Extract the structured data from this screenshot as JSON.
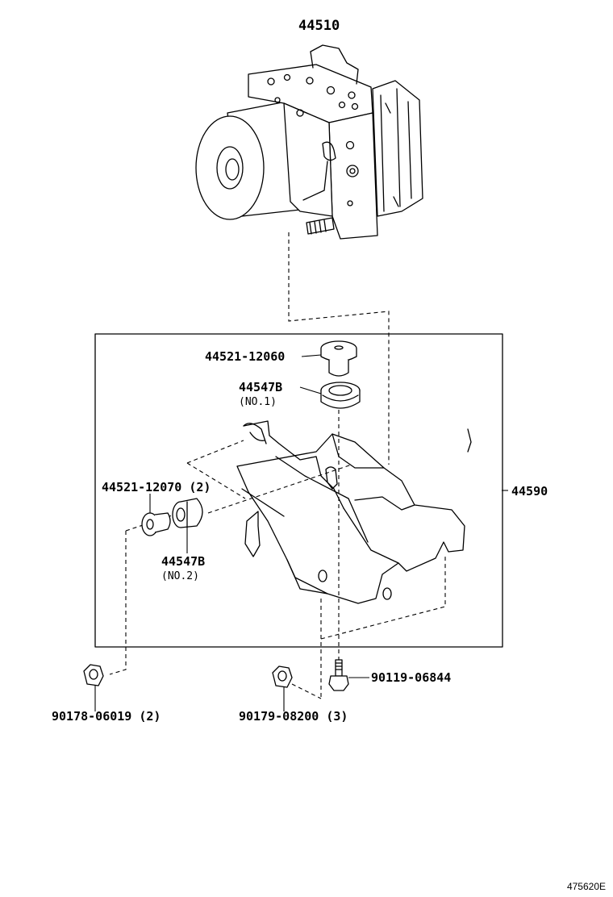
{
  "labels": {
    "actuator": "44510",
    "bracket": "44590",
    "bolt_upper": "44521-12060",
    "cushion_upper": "44547B",
    "cushion_upper_note": "(NO.1)",
    "bolt_side": "44521-12070 (2)",
    "cushion_side": "44547B",
    "cushion_side_note": "(NO.2)",
    "nut_left": "90178-06019 (2)",
    "nut_mid": "90179-08200 (3)",
    "bolt_bottom": "90119-06844"
  },
  "footer": {
    "illustration_id": "475620E"
  }
}
